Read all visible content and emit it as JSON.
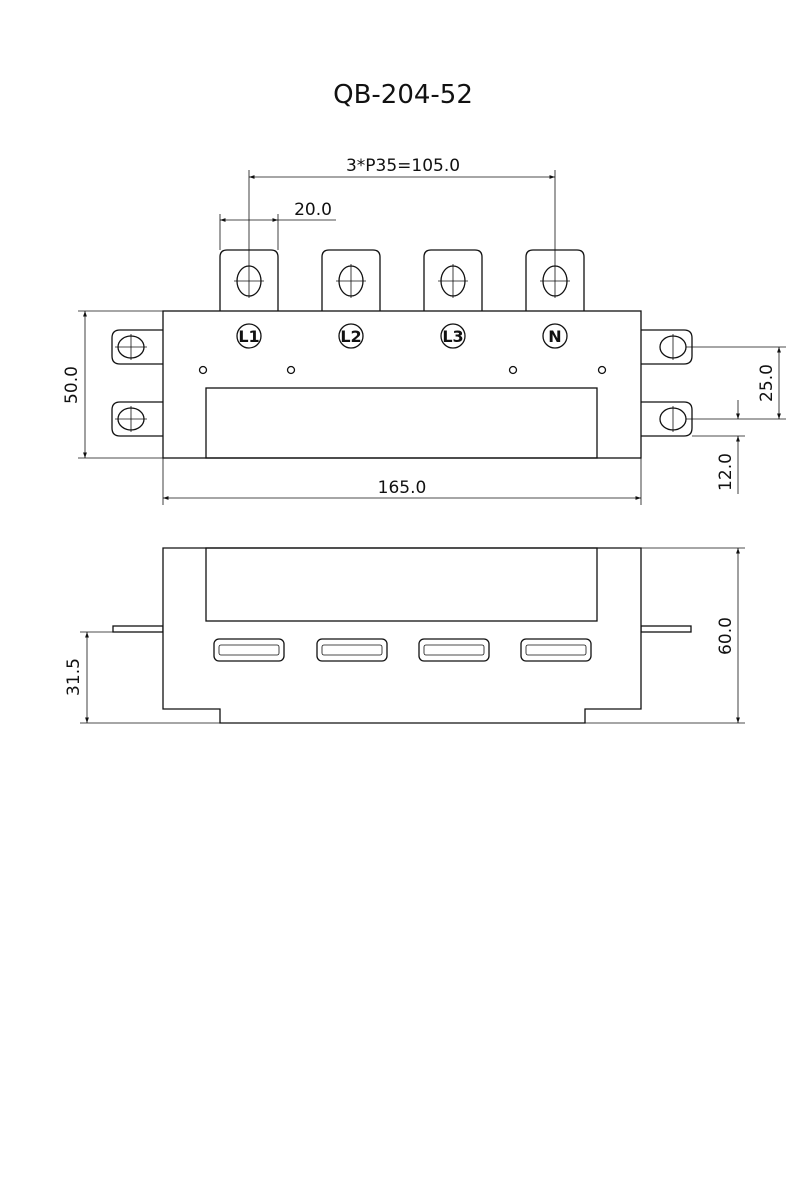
{
  "title": "QB-204-52",
  "dimensions": {
    "pitch": "3*P35=105.0",
    "tab_width": "20.0",
    "height": "50.0",
    "length": "165.0",
    "side_pitch": "25.0",
    "side_offset": "12.0",
    "total_height": "60.0",
    "mount_height": "31.5"
  },
  "terminals": [
    "L1",
    "L2",
    "L3",
    "N"
  ],
  "colors": {
    "line": "#111111",
    "background": "#ffffff"
  }
}
